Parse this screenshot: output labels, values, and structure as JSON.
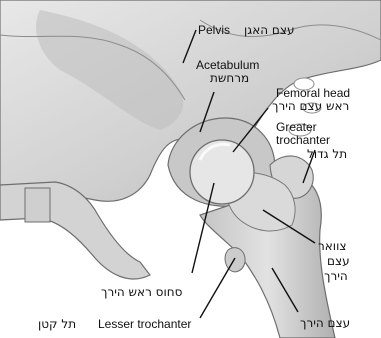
{
  "labels": {
    "pelvis": "Pelvis",
    "pelvis_he": "עצם האגן",
    "acetabulum": "Acetabulum",
    "acetabulum_he": "מרחשת",
    "femoral_head": "Femoral head",
    "femoral_head_he": "ראש עצם הירך",
    "greater_trochanter_1": "Greater",
    "greater_trochanter_2": "trochanter",
    "greater_trochanter_he": "תל גדול",
    "neck_he_1": "צוואר",
    "neck_he_2": "עצם",
    "neck_he_3": "הירך",
    "head_ligament_he": "סחוס ראש הירך",
    "lesser_trochanter": "Lesser trochanter",
    "lesser_trochanter_he": "תל קטן",
    "femur_he": "עצם הירך"
  },
  "colors": {
    "bone_fill": "#dcdcdc",
    "bone_shadow": "#a9a9a9",
    "bone_outline": "#6e6e6e",
    "pointer_line": "#111111"
  }
}
